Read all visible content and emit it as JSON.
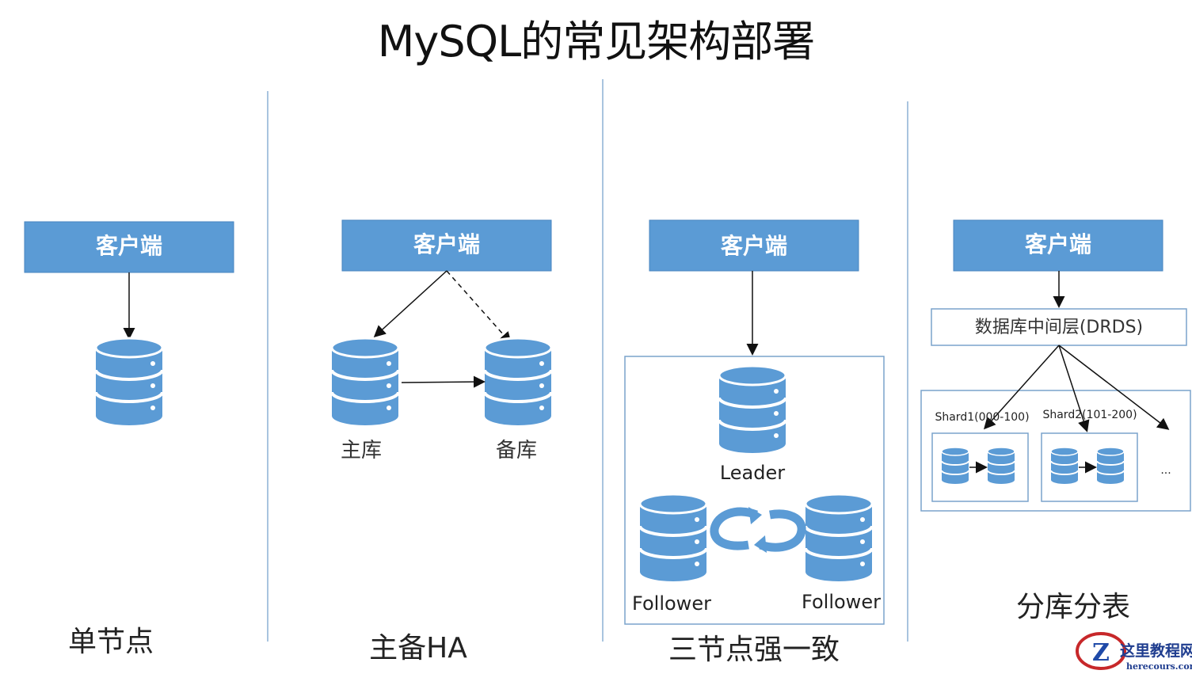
{
  "title": "MySQL的常见架构部署",
  "client_label": "客户端",
  "single": {
    "caption": "单节点"
  },
  "ha": {
    "primary": "主库",
    "standby": "备库",
    "caption": "主备HA"
  },
  "three": {
    "leader": "Leader",
    "follower_left": "Follower",
    "follower_right": "Follower",
    "caption": "三节点强一致"
  },
  "shard": {
    "caption": "分库分表",
    "middleware": "数据库中间层(DRDS)",
    "shard1": "Shard1(000-100)",
    "shard2": "Shard2(101-200)",
    "more": "..."
  },
  "watermark": {
    "cn": "这里教程网",
    "url": "herecours.com"
  },
  "colors": {
    "box_fill": "#5b9bd5",
    "box_stroke": "#4a86c0",
    "db_fill": "#5b9bd5",
    "divider": "#a9c4df",
    "frame": "#7aa3cc"
  }
}
